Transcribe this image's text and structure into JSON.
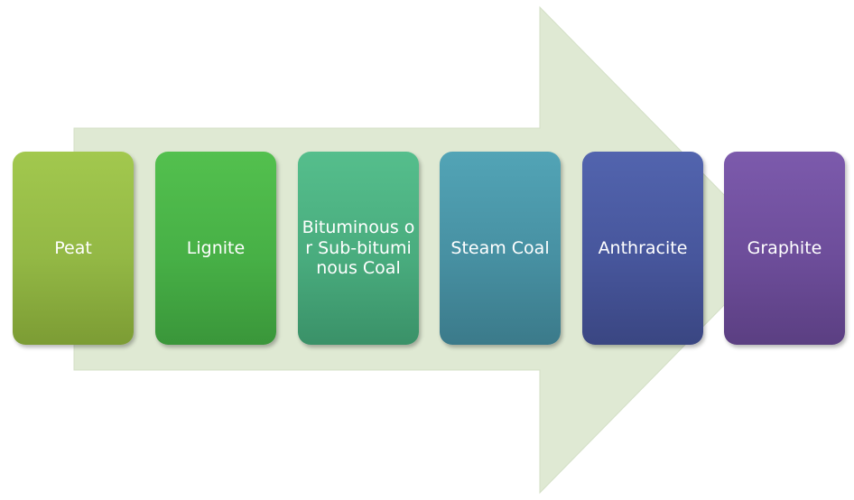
{
  "diagram": {
    "arrow_color": "#dfe9d3",
    "stages": [
      {
        "label": "Peat",
        "color": "#93b845"
      },
      {
        "label": "Lignite",
        "color": "#47b046"
      },
      {
        "label": "Bituminous or Sub-bituminous Coal",
        "color": "#49ac7e"
      },
      {
        "label": "Steam Coal",
        "color": "#4790a2"
      },
      {
        "label": "Anthracite",
        "color": "#47569c"
      },
      {
        "label": "Graphite",
        "color": "#6d4d9a"
      }
    ]
  }
}
